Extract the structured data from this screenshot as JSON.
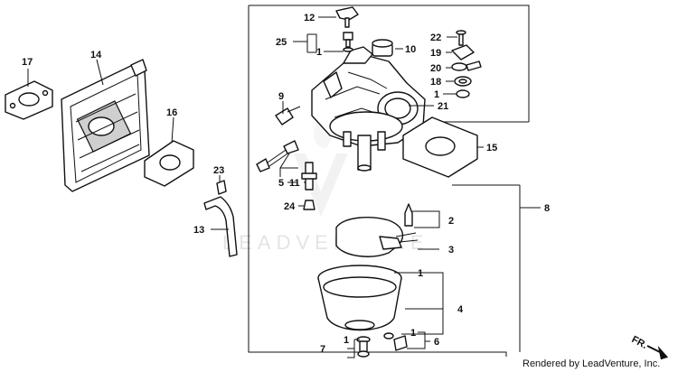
{
  "watermark": "LEADVENTURE",
  "credit": "Rendered by LeadVenture, Inc.",
  "direction_label": "FR.",
  "part_labels": {
    "p1a": "1",
    "p1b": "1",
    "p1c": "1",
    "p1d": "1",
    "p1e": "1",
    "p2": "2",
    "p3": "3",
    "p4": "4",
    "p5": "5",
    "p6": "6",
    "p7": "7",
    "p8": "8",
    "p9": "9",
    "p10": "10",
    "p11": "11",
    "p12": "12",
    "p13": "13",
    "p14": "14",
    "p15": "15",
    "p16": "16",
    "p17": "17",
    "p18": "18",
    "p19": "19",
    "p20": "20",
    "p21": "21",
    "p22": "22",
    "p23": "23",
    "p24": "24",
    "p25": "25"
  }
}
